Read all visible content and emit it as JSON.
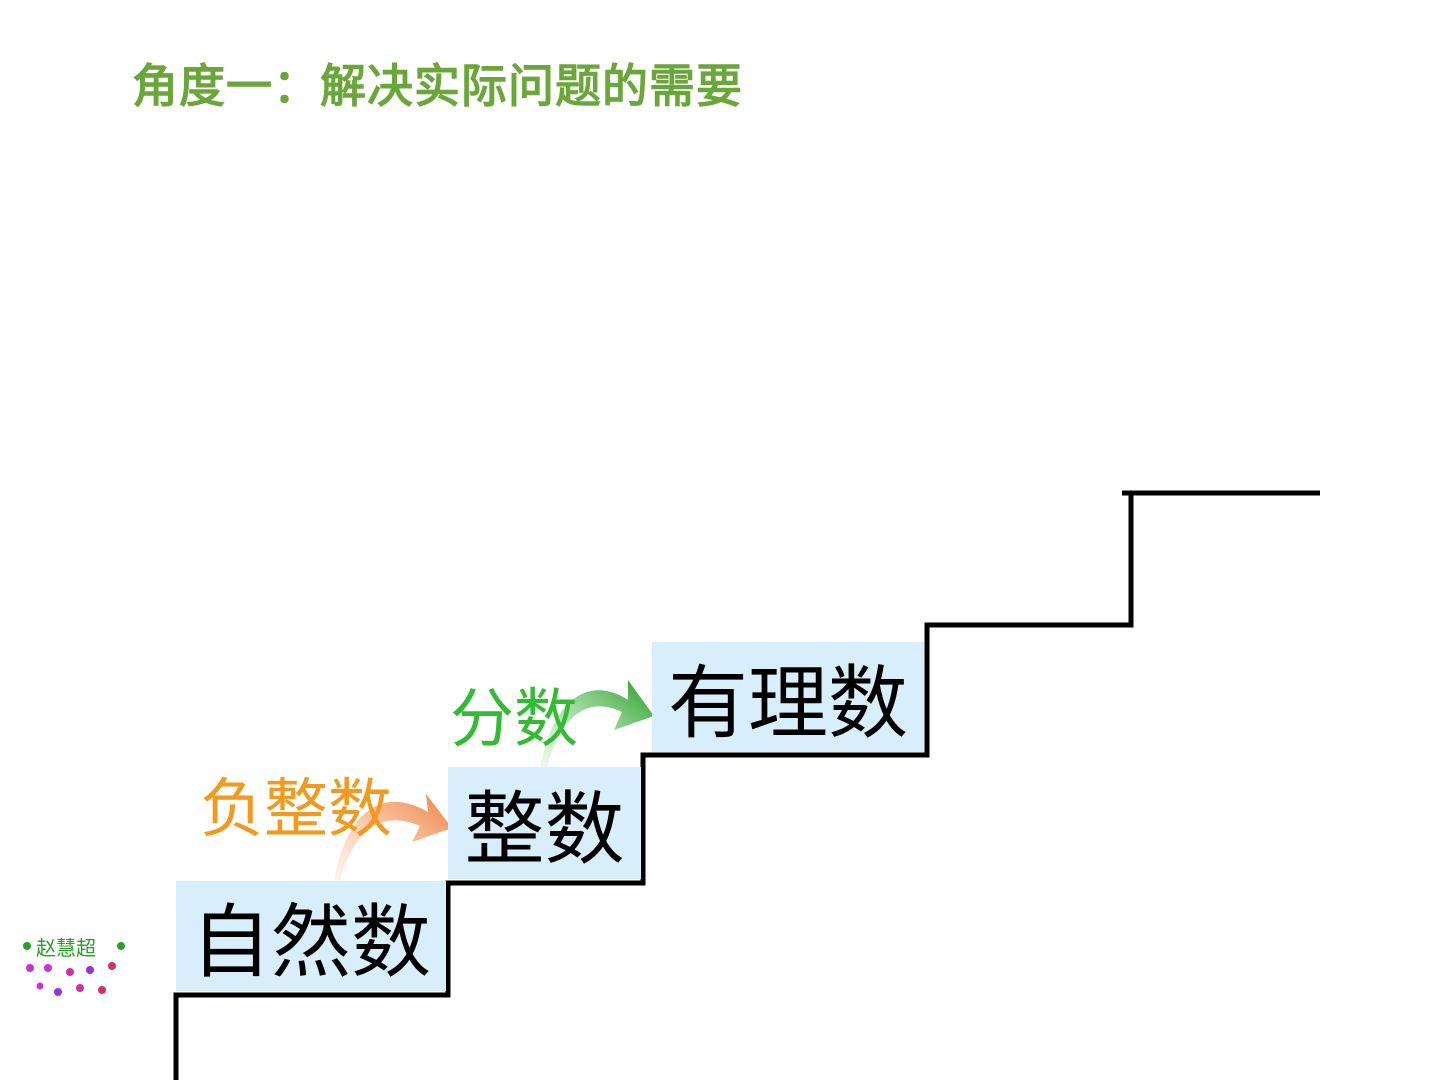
{
  "slide": {
    "title": "角度一：解决实际问题的需要"
  },
  "steps": {
    "natural": "自然数",
    "integer": "整数",
    "rational": "有理数"
  },
  "additions": {
    "negative_integers": "负整数",
    "fractions": "分数"
  },
  "author_logo": {
    "name": "赵慧超"
  },
  "colors": {
    "title": "#6aa63a",
    "box_fill": "#d9eefb",
    "negative_integers": "#f19a1f",
    "fractions": "#33bb33",
    "stair_line": "#000000"
  }
}
